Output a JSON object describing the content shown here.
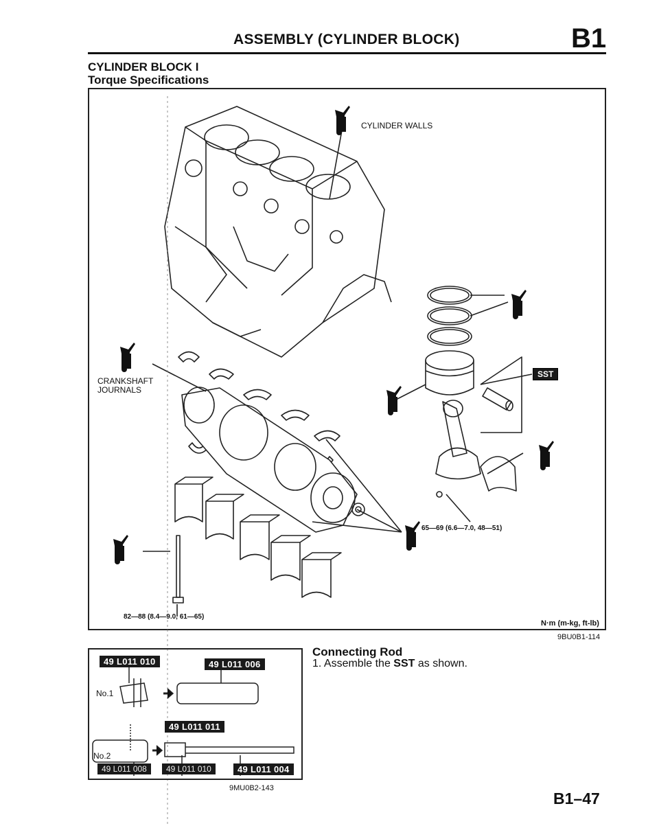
{
  "header": {
    "title": "ASSEMBLY (CYLINDER BLOCK)",
    "code": "B1"
  },
  "section": {
    "title": "CYLINDER BLOCK I",
    "subtitle": "Torque Specifications"
  },
  "figure": {
    "callouts": {
      "cylinder_walls": "CYLINDER WALLS",
      "crankshaft_1": "CRANKSHAFT",
      "crankshaft_2": "JOURNALS",
      "sst": "SST",
      "oil": "OIL"
    },
    "torque": {
      "conrod": "65—69 (6.6—7.0, 48—51)",
      "main_bearing": "82—88 (8.4—9.0, 61—65)"
    },
    "units": "N·m (m-kg, ft-lb)",
    "code": "9BU0B1-114"
  },
  "sst_figure": {
    "tags": {
      "t1": "49 L011 010",
      "t2": "49 L011 006",
      "t3": "49 L011 011",
      "t4": "49 L011 008",
      "t5": "49 L011 010",
      "t6": "49 L011 004"
    },
    "labels": {
      "no1": "No.1",
      "no2": "No.2"
    },
    "code": "9MU0B2-143"
  },
  "connecting_rod": {
    "title": "Connecting Rod",
    "step_prefix": "1. Assemble the ",
    "step_bold": "SST",
    "step_suffix": " as shown."
  },
  "page": {
    "number": "B1–47"
  }
}
